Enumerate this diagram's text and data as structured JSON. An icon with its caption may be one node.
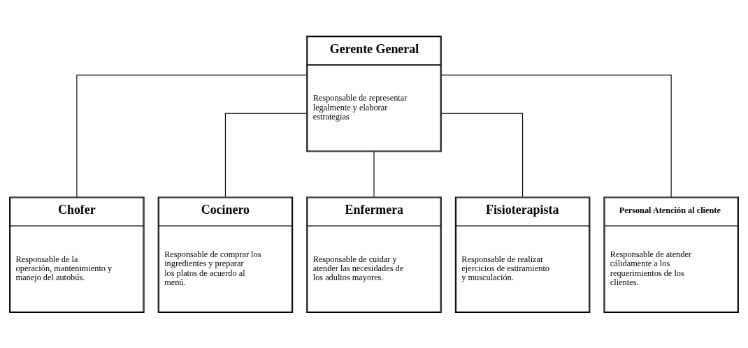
{
  "diagram": {
    "nodes": [
      {
        "text": [
          "Gerente General",
          "Responsable de representar legalmente y elaborar estrategias"
        ]
      },
      {
        "text": [
          "Chofer",
          "Responsable de la operación, mantenimiento y manejo del autobús."
        ]
      },
      {
        "text": [
          "Cocinero",
          "Responsable de comprar los ingredientes y preparar los platos de acuerdo al menú."
        ]
      },
      {
        "text": [
          "Enfermera",
          "Responsable de cuidar y atender las necesidades de los adultos mayores."
        ]
      },
      {
        "text": [
          "Fisioterapista",
          "Responsable de realizar ejercicios de estiramiento y musculación."
        ]
      },
      {
        "text": [
          "Personal Atención al cliente",
          "Responsable de atender cálidamente a los requerimientos de los clientes."
        ]
      }
    ],
    "edges": [
      {
        "from": 0,
        "to": 1,
        "arrow": "none"
      },
      {
        "from": 0,
        "to": 2,
        "arrow": "none"
      },
      {
        "from": 0,
        "to": 3,
        "arrow": "none"
      },
      {
        "from": 0,
        "to": 4,
        "arrow": "none"
      },
      {
        "from": 0,
        "to": 5,
        "arrow": "none"
      }
    ]
  }
}
